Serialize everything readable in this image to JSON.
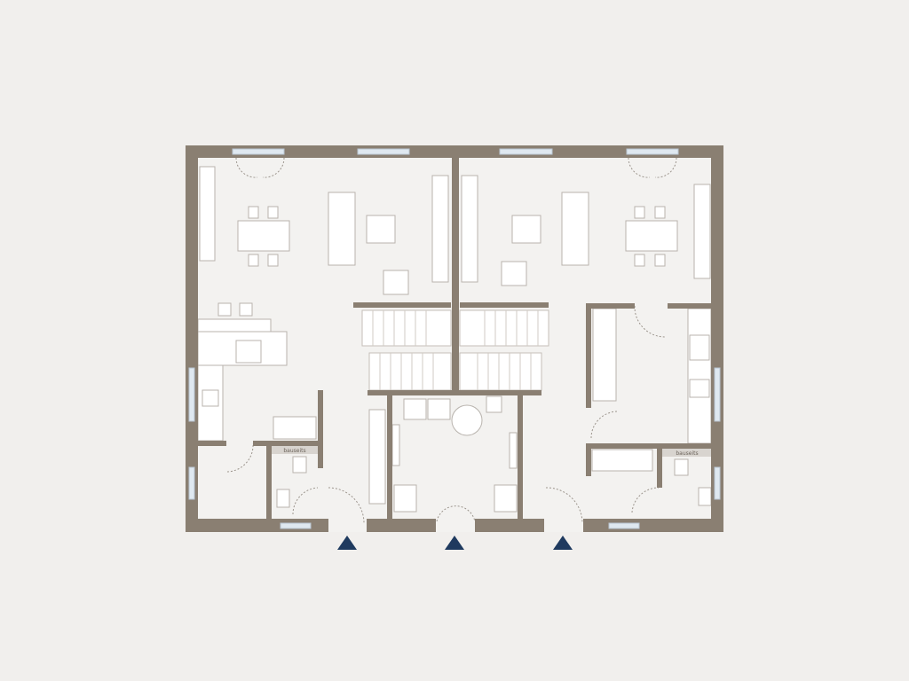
{
  "plan": {
    "labels": {
      "bauseits_left": "bauseits",
      "bauseits_right": "bauseits"
    },
    "colors": {
      "wall": "#8a7f72",
      "background": "#f1efed",
      "entrance_marker": "#1f3a5f",
      "window": "#dfe8f0"
    },
    "entrances": 3,
    "units": 2
  }
}
